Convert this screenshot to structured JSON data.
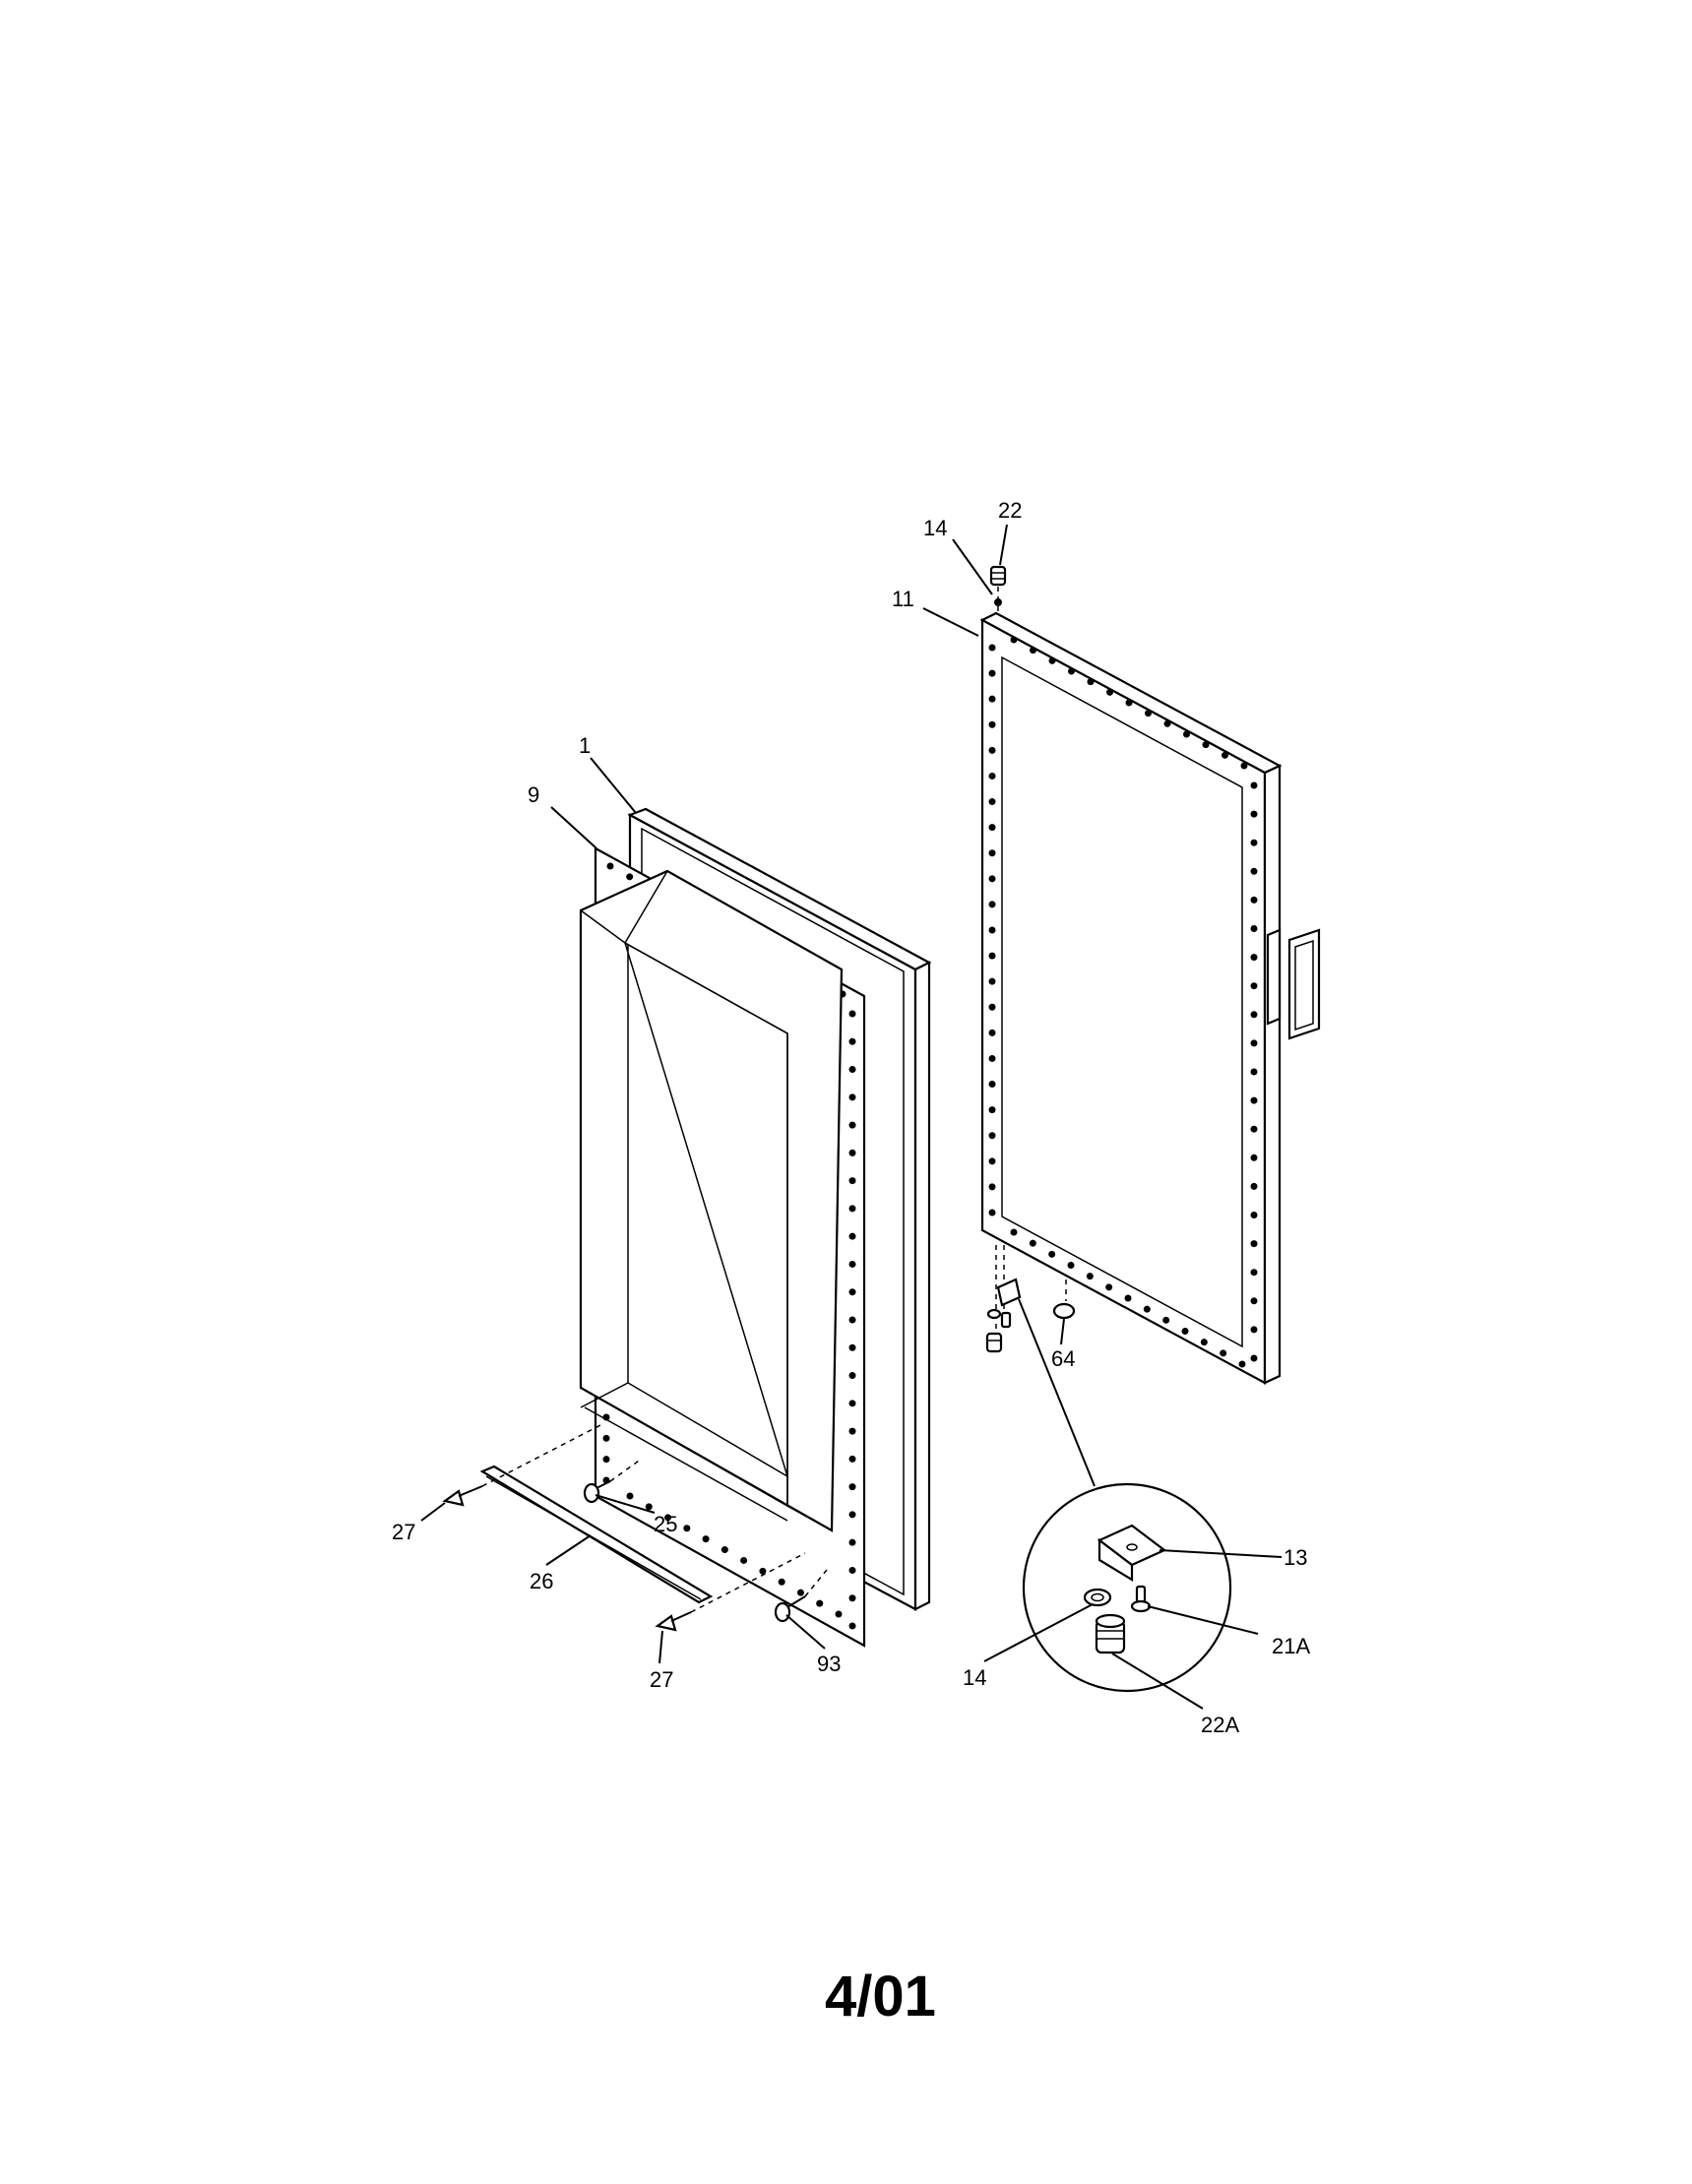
{
  "diagram": {
    "callouts": {
      "c22_top": "22",
      "c14_top": "14",
      "c11": "11",
      "c1": "1",
      "c9": "9",
      "c64": "64",
      "c13": "13",
      "c21a": "21A",
      "c14_detail": "14",
      "c22a": "22A",
      "c27_left": "27",
      "c25": "25",
      "c26": "26",
      "c27_bottom": "27",
      "c93": "93"
    },
    "footer_code": "4/01"
  }
}
